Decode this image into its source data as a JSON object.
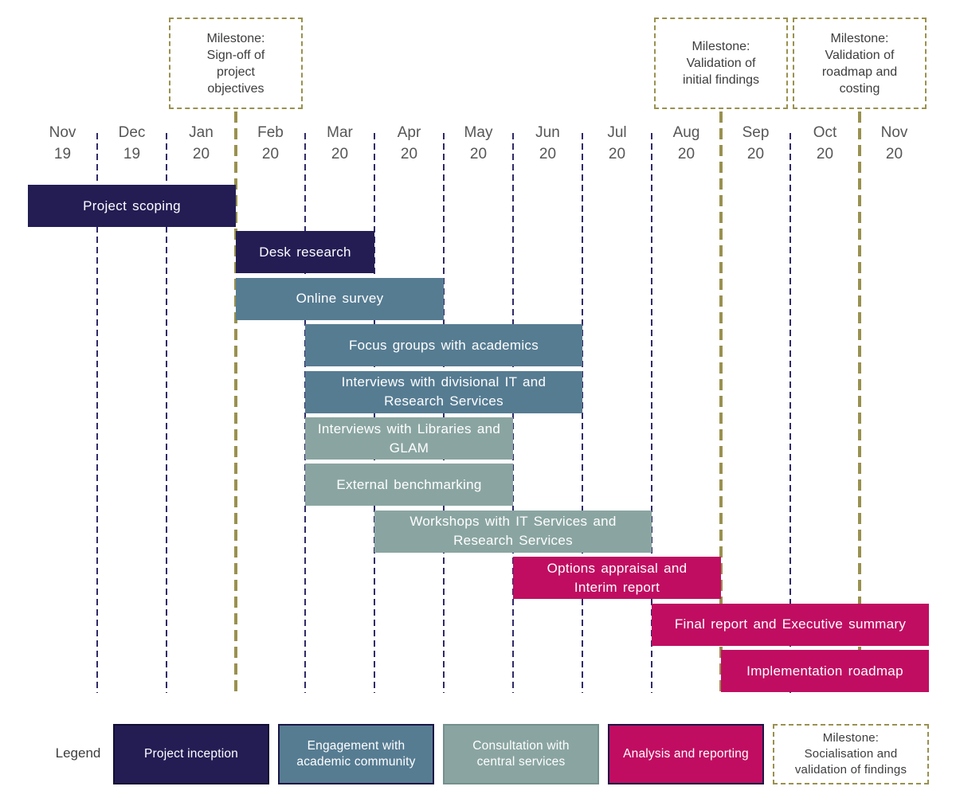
{
  "chart_data": {
    "type": "gantt",
    "x_axis": {
      "unit": "month",
      "labels": [
        "Nov 19",
        "Dec 19",
        "Jan 20",
        "Feb 20",
        "Mar 20",
        "Apr 20",
        "May 20",
        "Jun 20",
        "Jul 20",
        "Aug 20",
        "Sep 20",
        "Oct 20",
        "Nov 20"
      ]
    },
    "months": [
      {
        "name": "Nov",
        "year": "19"
      },
      {
        "name": "Dec",
        "year": "19"
      },
      {
        "name": "Jan",
        "year": "20"
      },
      {
        "name": "Feb",
        "year": "20"
      },
      {
        "name": "Mar",
        "year": "20"
      },
      {
        "name": "Apr",
        "year": "20"
      },
      {
        "name": "May",
        "year": "20"
      },
      {
        "name": "Jun",
        "year": "20"
      },
      {
        "name": "Jul",
        "year": "20"
      },
      {
        "name": "Aug",
        "year": "20"
      },
      {
        "name": "Sep",
        "year": "20"
      },
      {
        "name": "Oct",
        "year": "20"
      },
      {
        "name": "Nov",
        "year": "20"
      }
    ],
    "tasks": [
      {
        "label": "Project scoping",
        "display": "Project scoping",
        "start": "Nov 19",
        "end": "Jan 20",
        "start_idx": 0,
        "end_idx": 2,
        "category": "inception"
      },
      {
        "label": "Desk research",
        "display": "Desk research",
        "start": "Feb 20",
        "end": "Mar 20",
        "start_idx": 3,
        "end_idx": 4,
        "category": "inception"
      },
      {
        "label": "Online survey",
        "display": "Online survey",
        "start": "Feb 20",
        "end": "Apr 20",
        "start_idx": 3,
        "end_idx": 5,
        "category": "academic"
      },
      {
        "label": "Focus groups with academics",
        "display": "Focus groups with academics",
        "start": "Mar 20",
        "end": "Jun 20",
        "start_idx": 4,
        "end_idx": 7,
        "category": "academic"
      },
      {
        "label": "Interviews with divisional IT and Research Services",
        "display": "Interviews with divisional IT and\nResearch Services",
        "start": "Mar 20",
        "end": "Jun 20",
        "start_idx": 4,
        "end_idx": 7,
        "category": "academic"
      },
      {
        "label": "Interviews with Libraries and GLAM",
        "display": "Interviews with Libraries and\nGLAM",
        "start": "Mar 20",
        "end": "May 20",
        "start_idx": 4,
        "end_idx": 6,
        "category": "central"
      },
      {
        "label": "External benchmarking",
        "display": "External benchmarking",
        "start": "Mar 20",
        "end": "May 20",
        "start_idx": 4,
        "end_idx": 6,
        "category": "central"
      },
      {
        "label": "Workshops with IT Services and Research Services",
        "display": "Workshops with IT Services and\nResearch Services",
        "start": "Apr 20",
        "end": "Jul 20",
        "start_idx": 5,
        "end_idx": 8,
        "category": "central"
      },
      {
        "label": "Options appraisal and Interim report",
        "display": "Options appraisal and\nInterim report",
        "start": "Jun 20",
        "end": "Aug 20",
        "start_idx": 7,
        "end_idx": 9,
        "category": "analysis"
      },
      {
        "label": "Final report and Executive summary",
        "display": "Final report and Executive summary",
        "start": "Aug 20",
        "end": "Nov 20",
        "start_idx": 9,
        "end_idx": 12,
        "category": "analysis"
      },
      {
        "label": "Implementation roadmap",
        "display": "Implementation roadmap",
        "start": "Sep 20",
        "end": "Nov 20",
        "start_idx": 10,
        "end_idx": 12,
        "category": "analysis"
      }
    ],
    "milestones": [
      {
        "label": "Milestone: Sign-off of project objectives",
        "display": "Milestone:\nSign-off of\nproject\nobjectives",
        "at": "end of Jan 20",
        "line_idx": 3
      },
      {
        "label": "Milestone: Validation of initial findings",
        "display": "Milestone:\nValidation of\ninitial findings",
        "at": "end of Aug 20",
        "line_idx": 10
      },
      {
        "label": "Milestone: Validation of roadmap and costing",
        "display": "Milestone:\nValidation of\nroadmap and\ncosting",
        "at": "end of Oct 20",
        "line_idx": 12
      }
    ],
    "legend_position": "bottom"
  },
  "legend": {
    "label": "Legend",
    "entries": [
      {
        "label": "Project inception",
        "display": "Project inception",
        "category": "inception",
        "color": "#231d54"
      },
      {
        "label": "Engagement with academic community",
        "display": "Engagement with\nacademic community",
        "category": "academic",
        "color": "#567c92"
      },
      {
        "label": "Consultation with central services",
        "display": "Consultation with\ncentral services",
        "category": "central",
        "color": "#8aa5a1"
      },
      {
        "label": "Analysis and reporting",
        "display": "Analysis and reporting",
        "category": "analysis",
        "color": "#c00d61"
      },
      {
        "label": "Milestone: Socialisation and validation of findings",
        "display": "Milestone:\nSocialisation and\nvalidation of findings",
        "category": "milestone",
        "color": "#ffffff"
      }
    ]
  },
  "colors": {
    "navy": "#231d54",
    "steel_blue": "#567c92",
    "sage_gray": "#8aa5a1",
    "magenta": "#c00d61",
    "olive_dash": "#99914f",
    "grid_navy": "#2f2a68",
    "month_text": "#565656",
    "milestone_text": "#3d3d3d",
    "bar_text": "#ffffff"
  }
}
